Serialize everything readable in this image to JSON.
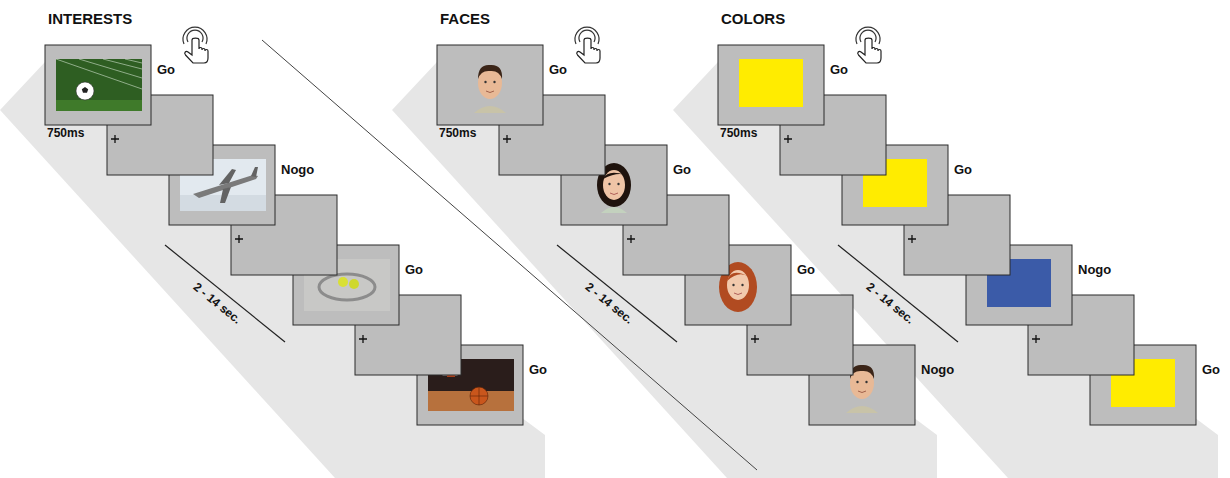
{
  "diagram": {
    "labels": [
      "INTERESTS",
      "Go",
      "750ms",
      "Nogo",
      "2 - 14 sec.",
      "Go",
      "Go",
      "FACES",
      "Go",
      "750ms",
      "Go",
      "2 - 14 sec.",
      "Go",
      "Nogo",
      "COLORS",
      "Go",
      "750ms",
      "Go",
      "2 - 14 sec.",
      "Nogo",
      "Go"
    ]
  }
}
